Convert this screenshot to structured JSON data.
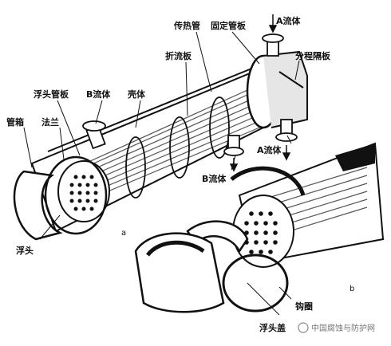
{
  "labels": {
    "a_fluid_in": "A流体",
    "heat_tube": "传热管",
    "fixed_tubesheet": "固定管板",
    "pass_partition": "分程隔板",
    "baffle": "折流板",
    "floating_tubesheet": "浮头管板",
    "b_fluid_top": "B流体",
    "shell": "壳体",
    "channel_box": "管箱",
    "flange": "法兰",
    "a_fluid_out": "A流体",
    "b_fluid_bottom": "B流体",
    "floating_head": "浮头",
    "hook_ring": "钩圈",
    "floating_head_cover": "浮头盖"
  },
  "figure_markers": {
    "a": "a",
    "b": "b"
  },
  "watermark": "中国腐蚀与防护网",
  "colors": {
    "ink": "#111111",
    "paper": "#ffffff",
    "gray": "#cfcfcf",
    "shade": "#9a9a9a"
  }
}
